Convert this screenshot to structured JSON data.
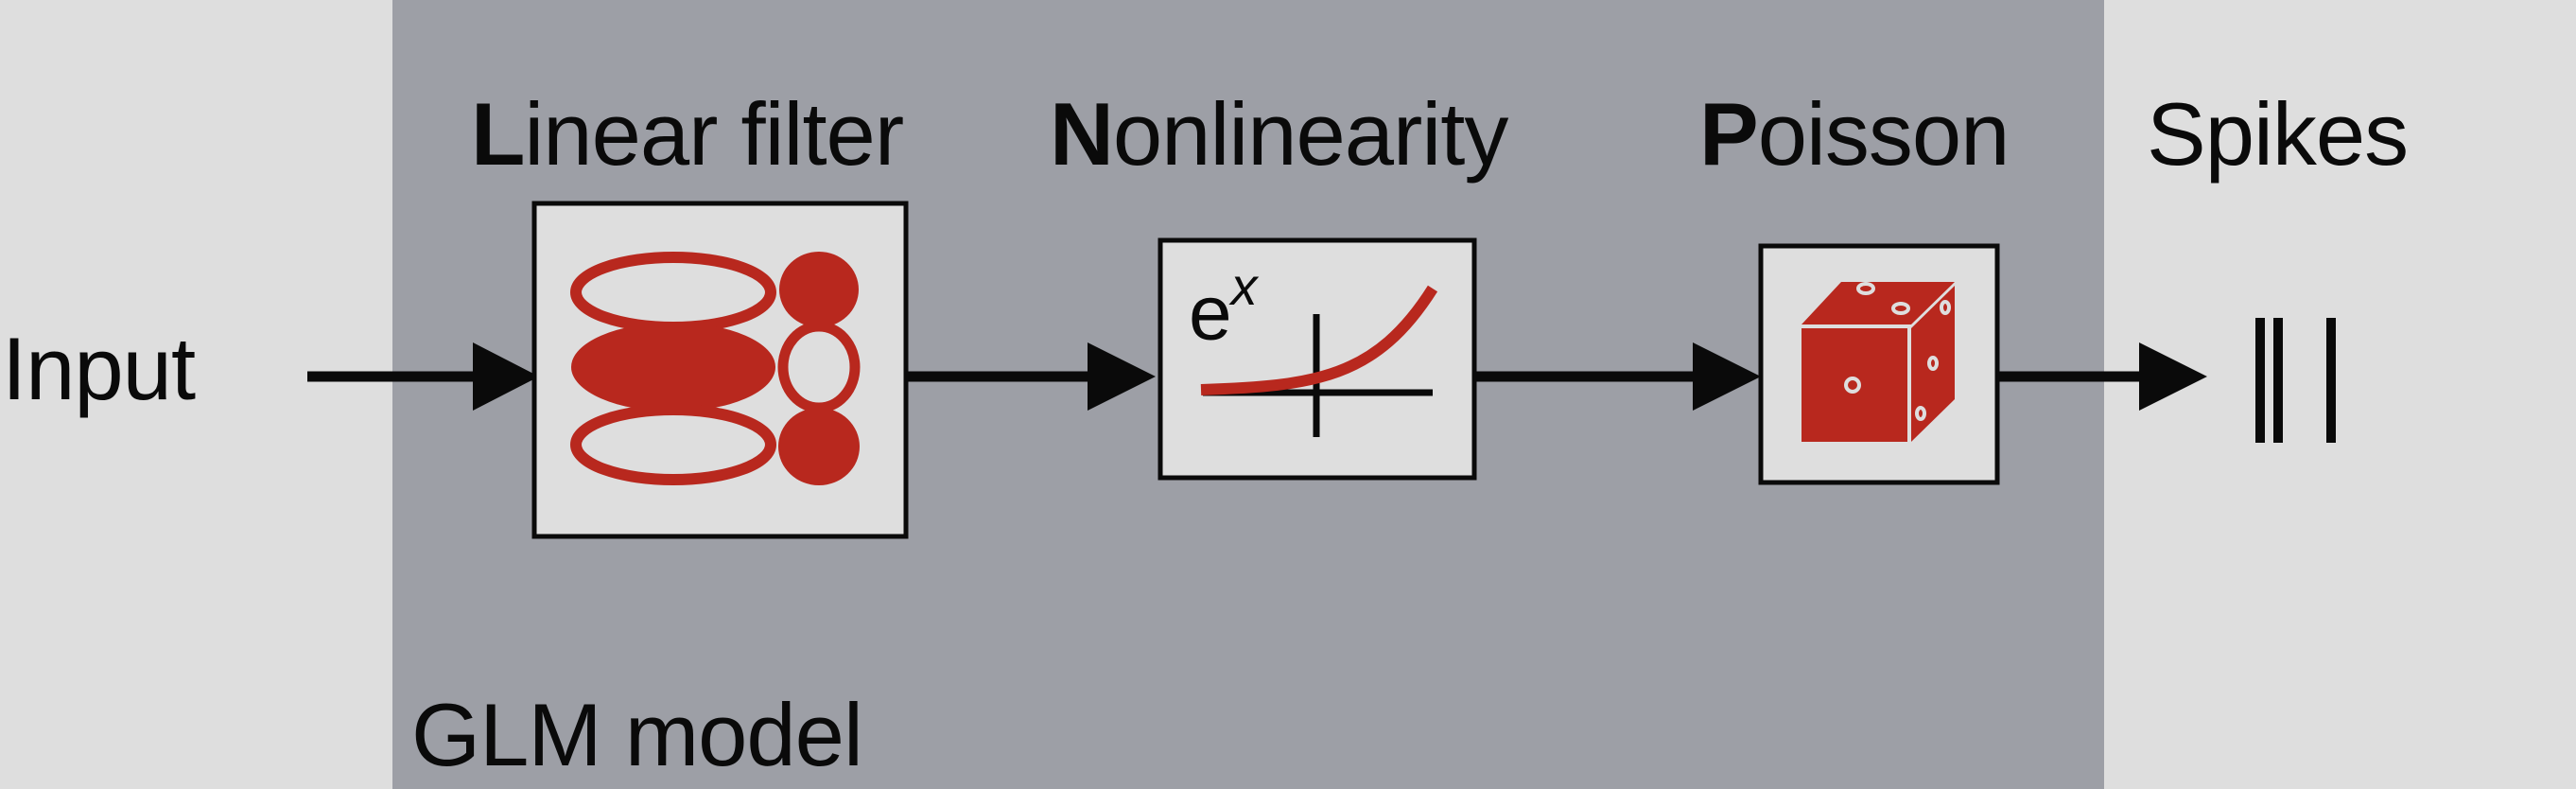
{
  "input_label": "Input",
  "model_label": "GLM model",
  "stages": [
    {
      "initial": "L",
      "rest": "inear filter",
      "icon": "linear-filter-icon"
    },
    {
      "initial": "N",
      "rest": "onlinearity",
      "icon": "exponential-curve-icon",
      "formula": "e",
      "formula_sup": "x"
    },
    {
      "initial": "P",
      "rest": "oisson",
      "icon": "dice-icon"
    }
  ],
  "output_label": "Spikes",
  "output_icon": "spike-train-icon",
  "colors": {
    "outer_background": "#dedede",
    "model_background": "#9d9fa6",
    "box_fill": "#dedede",
    "accent_red": "#b8281e",
    "stroke": "#0a0a0a"
  }
}
